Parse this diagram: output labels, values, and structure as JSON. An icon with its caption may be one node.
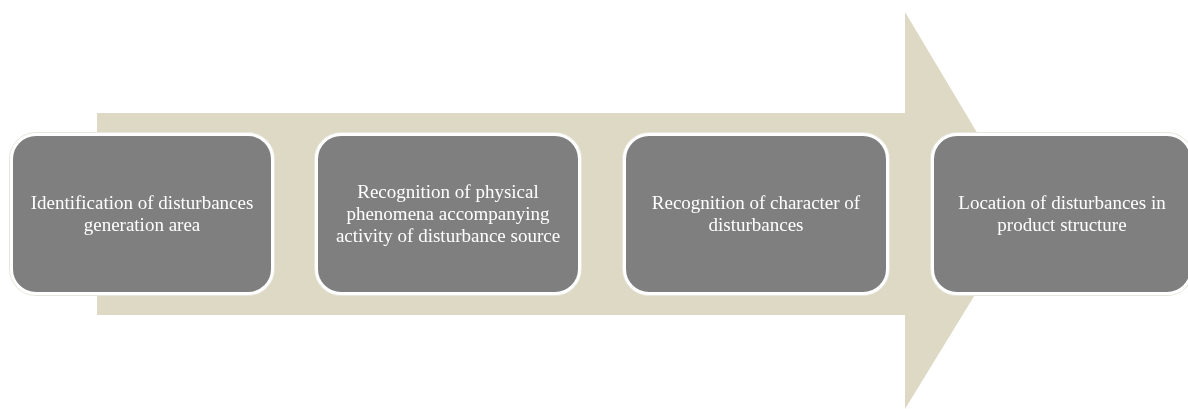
{
  "diagram": {
    "nodes": [
      {
        "text": [
          "Identification of disturbances generation area"
        ]
      },
      {
        "text": [
          "Recognition of physical phenomena accompanying activity of disturbance source"
        ]
      },
      {
        "text": [
          "Recognition of character of disturbances"
        ]
      },
      {
        "text": [
          "Location of disturbances in product structure"
        ]
      }
    ]
  }
}
